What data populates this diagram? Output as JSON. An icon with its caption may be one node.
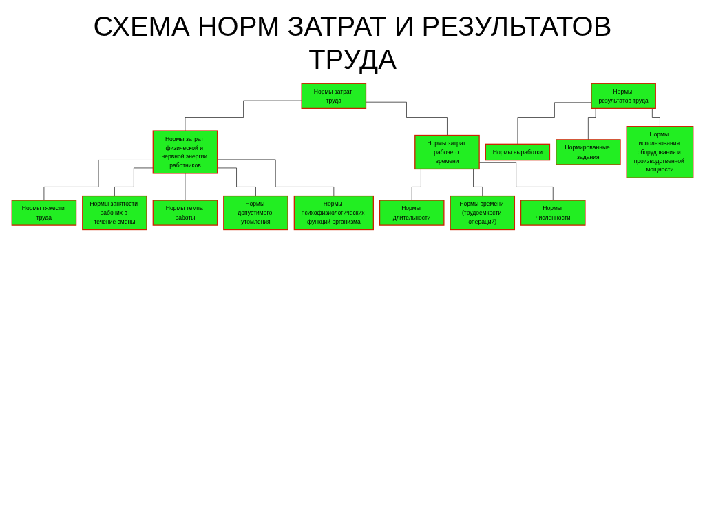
{
  "diagram": {
    "title": "СХЕМА НОРМ ЗАТРАТ И РЕЗУЛЬТАТОВ ТРУДА",
    "nodes": [
      {
        "text": [
          "Нормы затрат труда"
        ]
      },
      {
        "text": [
          "Нормы результатов труда"
        ]
      },
      {
        "text": [
          "Нормы затрат физической и нервной энергии работников"
        ]
      },
      {
        "text": [
          "Нормы затрат рабочего времени"
        ]
      },
      {
        "text": [
          "Нормы тяжести труда"
        ]
      },
      {
        "text": [
          "Нормы занятости рабочих в течение смены"
        ]
      },
      {
        "text": [
          "Нормы темпа работы"
        ]
      },
      {
        "text": [
          "Нормы допустимого утомления"
        ]
      },
      {
        "text": [
          "Нормы психофизиологических функций организма"
        ]
      },
      {
        "text": [
          "Нормы длительности"
        ]
      },
      {
        "text": [
          "Нормы времени (трудоёмкости операций)"
        ]
      },
      {
        "text": [
          "Нормы численности"
        ]
      },
      {
        "text": [
          "Нормы выработки"
        ]
      },
      {
        "text": [
          "Нормированные задания"
        ]
      },
      {
        "text": [
          "Нормы использования оборудования и производственной мощности"
        ]
      }
    ],
    "edges": [
      {
        "from": 0,
        "to": 2,
        "arrow": "none"
      },
      {
        "from": 0,
        "to": 3,
        "arrow": "none"
      },
      {
        "from": 2,
        "to": 4,
        "arrow": "none"
      },
      {
        "from": 2,
        "to": 5,
        "arrow": "none"
      },
      {
        "from": 2,
        "to": 6,
        "arrow": "none"
      },
      {
        "from": 2,
        "to": 7,
        "arrow": "none"
      },
      {
        "from": 2,
        "to": 8,
        "arrow": "none"
      },
      {
        "from": 3,
        "to": 9,
        "arrow": "none"
      },
      {
        "from": 3,
        "to": 10,
        "arrow": "none"
      },
      {
        "from": 3,
        "to": 11,
        "arrow": "none"
      },
      {
        "from": 1,
        "to": 12,
        "arrow": "none"
      },
      {
        "from": 1,
        "to": 13,
        "arrow": "none"
      },
      {
        "from": 1,
        "to": 14,
        "arrow": "none"
      }
    ]
  }
}
